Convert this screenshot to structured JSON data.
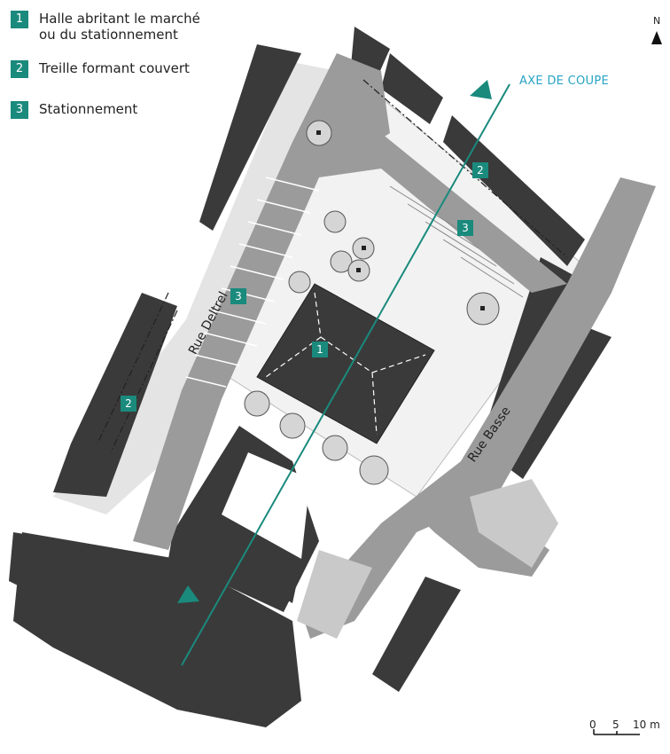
{
  "legend": {
    "items": [
      {
        "number": "1",
        "lines": [
          "Halle abritant le marché",
          "ou du stationnement"
        ]
      },
      {
        "number": "2",
        "lines": [
          "Treille formant couvert"
        ]
      },
      {
        "number": "3",
        "lines": [
          "Stationnement"
        ]
      }
    ]
  },
  "axis": {
    "label": "AXE DE COUPE"
  },
  "streets": {
    "deltrel": "Rue Deltrel",
    "basse": "Rue Basse"
  },
  "north": {
    "label": "N"
  },
  "scale": {
    "zero": "0",
    "mid": "5",
    "end": "10 m"
  },
  "map_markers": {
    "halle": "1",
    "treille_left": "2",
    "treille_right": "2",
    "parking_left": "3",
    "parking_right": "3"
  },
  "colors": {
    "accent": "#1a8a7d",
    "axis": "#27a3c4",
    "building": "#3a3a3a",
    "road": "#9b9b9b",
    "paving": "#d7d7d7"
  }
}
